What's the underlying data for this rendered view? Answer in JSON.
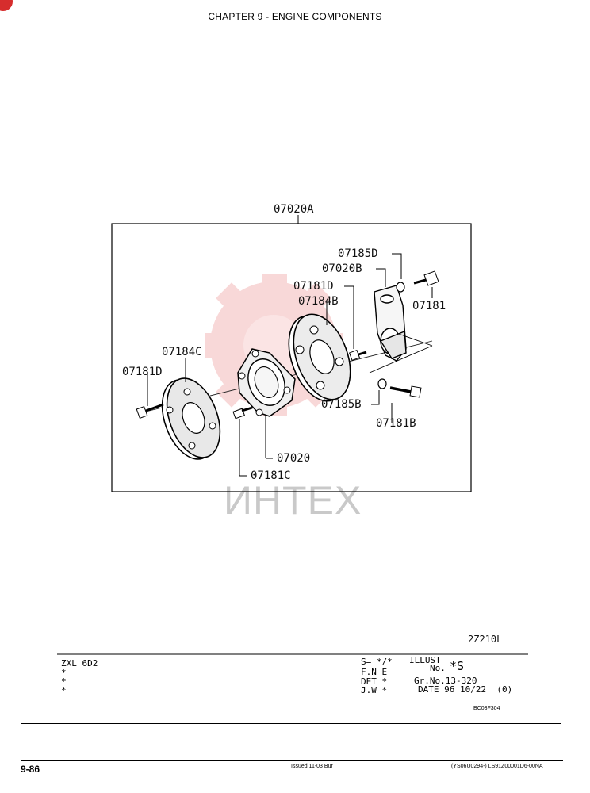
{
  "header": {
    "chapter_title": "CHAPTER 9 - ENGINE COMPONENTS"
  },
  "diagram": {
    "assembly_label": "07020A",
    "parts": {
      "p07185D": "07185D",
      "p07020B": "07020B",
      "p07181D_top": "07181D",
      "p07184B": "07184B",
      "p07181": "07181",
      "p07184C": "07184C",
      "p07181D_left": "07181D",
      "p07185B": "07185B",
      "p07181B": "07181B",
      "p07020": "07020",
      "p07181C": "07181C"
    },
    "watermark": "ИНТЕХ",
    "figure_code": "2Z210L"
  },
  "title_block": {
    "model": "ZXL 6D2",
    "left_marks": [
      "*",
      "*",
      "*"
    ],
    "s_line": "S= */*",
    "fne_line": "F.N E",
    "det_line": "DET *",
    "jw_line": "J.W *",
    "illust_label": "ILLUST",
    "no_label": "No.",
    "illust_no": "*S",
    "gr_no": "Gr.No.13-320",
    "date_line": "DATE 96 10/22  (0)",
    "code": "BC03F304"
  },
  "footer": {
    "page_number": "9-86",
    "issued": "Issued 11-03   Bur",
    "doc_code": "(YS06U0294-)  LS91Z00001D6-00NA"
  }
}
